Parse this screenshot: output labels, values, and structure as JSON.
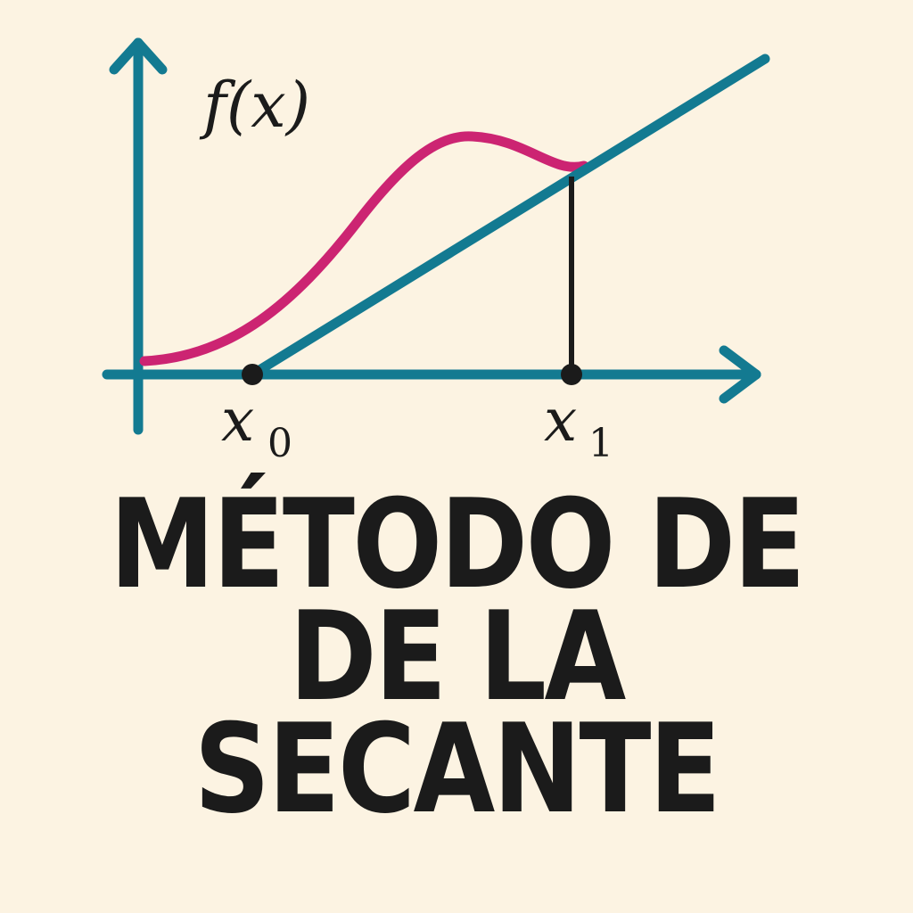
{
  "diagram": {
    "function_label": "f(x)",
    "x0_label": {
      "base": "x",
      "sub": "0"
    },
    "x1_label": {
      "base": "x",
      "sub": "1"
    }
  },
  "title_lines": [
    "MÉTODO DE",
    "DE LA",
    "SECANTE"
  ],
  "colors": {
    "background": "#fcf3e2",
    "axis": "#137a91",
    "curve": "#cc2472",
    "secant": "#137a91",
    "text": "#1b1b1b"
  }
}
